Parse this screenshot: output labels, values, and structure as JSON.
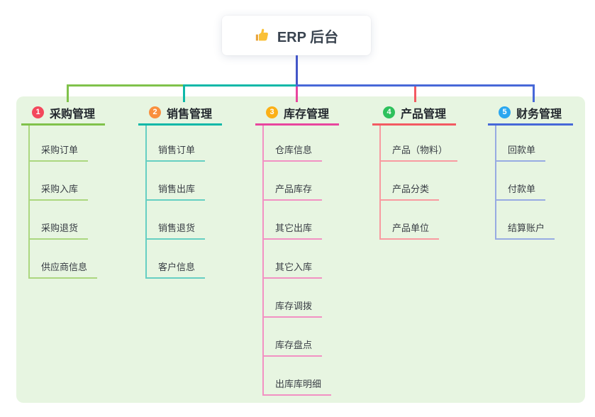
{
  "root": {
    "title": "ERP 后台",
    "icon": "thumbs-up-icon"
  },
  "colors": {
    "canvas_bg": "#ffffff",
    "panel_bg": "#e7f5e1",
    "root_connector": "#4356c8",
    "root_text": "#3a4450",
    "title_text": "#23282e",
    "child_text": "#383d44"
  },
  "branches": [
    {
      "num": "1",
      "title": "采购管理",
      "badge_color": "#f3485c",
      "line_color": "#80c24b",
      "child_line_color": "#abd77f",
      "children": [
        "采购订单",
        "采购入库",
        "采购退货",
        "供应商信息"
      ]
    },
    {
      "num": "2",
      "title": "销售管理",
      "badge_color": "#f98f3d",
      "line_color": "#0eb8a8",
      "child_line_color": "#66cfc2",
      "children": [
        "销售订单",
        "销售出库",
        "销售退货",
        "客户信息"
      ]
    },
    {
      "num": "3",
      "title": "库存管理",
      "badge_color": "#fbb017",
      "line_color": "#e8469e",
      "child_line_color": "#f291c3",
      "children": [
        "仓库信息",
        "产品库存",
        "其它出库",
        "其它入库",
        "库存调拨",
        "库存盘点",
        "出库库明细"
      ]
    },
    {
      "num": "4",
      "title": "产品管理",
      "badge_color": "#2ec15c",
      "line_color": "#f35a62",
      "child_line_color": "#f89aa0",
      "children": [
        "产品（物料）",
        "产品分类",
        "产品单位"
      ]
    },
    {
      "num": "5",
      "title": "财务管理",
      "badge_color": "#2aa7f0",
      "line_color": "#4768d8",
      "child_line_color": "#97abe2",
      "children": [
        "回款单",
        "付款单",
        "结算账户"
      ]
    }
  ]
}
